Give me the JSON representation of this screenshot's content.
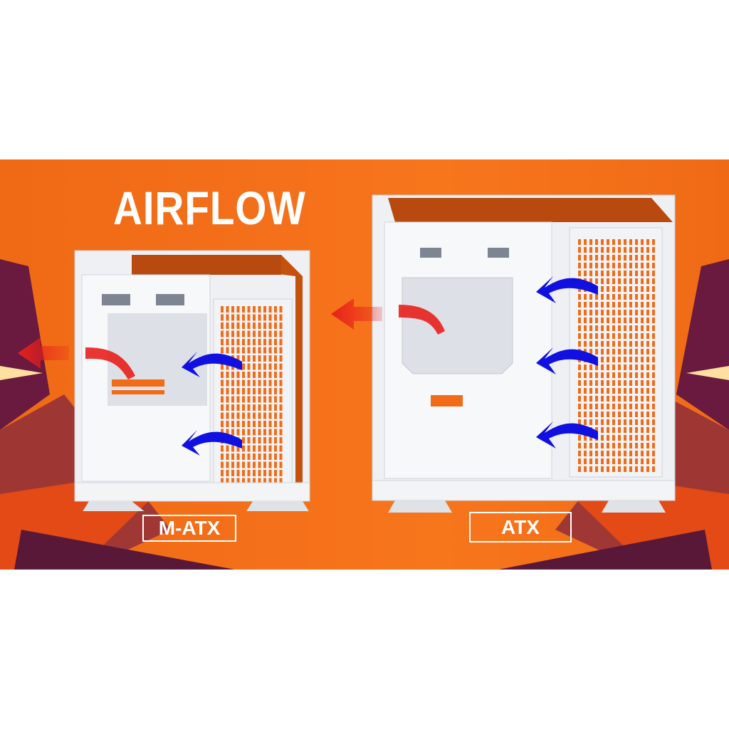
{
  "title": "AIRFLOW",
  "cases": [
    {
      "label": "M-ATX"
    },
    {
      "label": "ATX"
    }
  ],
  "colors": {
    "background": "#f26c18",
    "exhaust_arrow": "#e8201c",
    "intake_arrow": "#1010e0",
    "case_body": "#f4f5f7",
    "accent_dark": "#5a1838"
  }
}
